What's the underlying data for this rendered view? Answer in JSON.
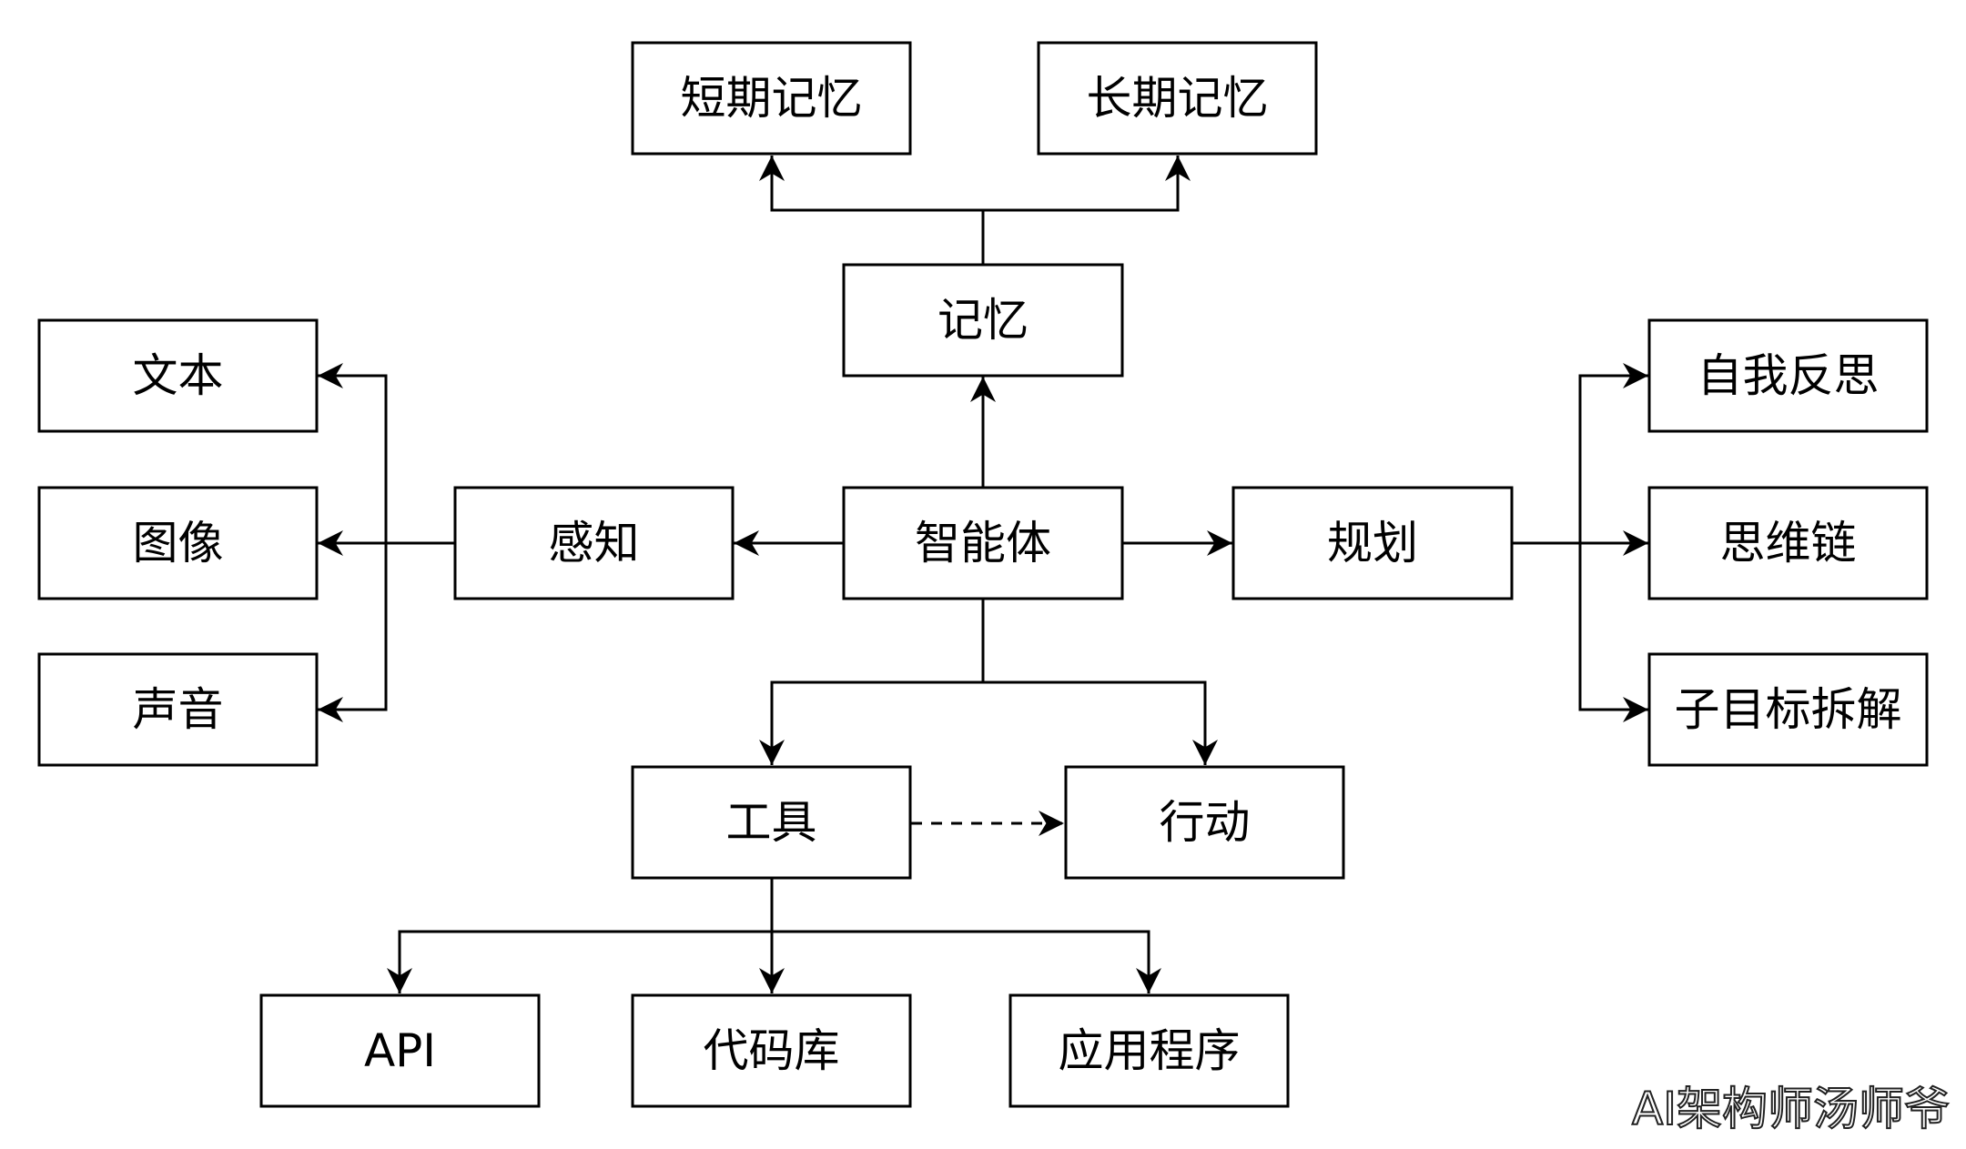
{
  "nodes": {
    "agent": "智能体",
    "memory": "记忆",
    "short_term_memory": "短期记忆",
    "long_term_memory": "长期记忆",
    "perception": "感知",
    "text": "文本",
    "image": "图像",
    "sound": "声音",
    "planning": "规划",
    "self_reflection": "自我反思",
    "chain_of_thought": "思维链",
    "subgoal_decomposition": "子目标拆解",
    "tools": "工具",
    "action": "行动",
    "api": "API",
    "codebase": "代码库",
    "application": "应用程序"
  },
  "watermark": "AI架构师汤师爷",
  "colors": {
    "stroke": "#000000",
    "fill": "#ffffff",
    "text": "#000000"
  }
}
